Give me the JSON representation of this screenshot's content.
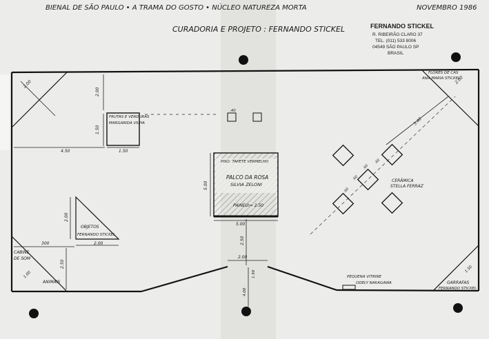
{
  "header": {
    "line1": "BIENAL DE SÃO PAULO  •  A TRAMA DO GOSTO  •  NÚCLEO NATUREZA MORTA",
    "date": "NOVEMBRO 1986",
    "line2": "CURADORIA E PROJETO : FERNANDO STICKEL"
  },
  "stamp": {
    "name": "FERNANDO STICKEL",
    "street": "R. RIBEIRÃO CLARO 37",
    "phone": "TEL. (011) 533 8006",
    "city": "04549 SÃO PAULO SP",
    "country": "BRASIL"
  },
  "labels": {
    "frutas_1": "FRUTAS E VERDURAS",
    "frutas_2": "MARGARIDA VILHA",
    "piso": "PISO: TAPETE VERMELHO",
    "palco_1": "PALCO DA ROSA",
    "palco_2": "SILVIA ZELONI",
    "painel": "PAINEL",
    "painel_h": "h= 2.50",
    "objetos_1": "OBJETOS",
    "objetos_2": "FERNANDO STICKEL",
    "cabine_1": "CABINE",
    "cabine_2": "DE SOM",
    "animais": "ANIMAIS",
    "ceramica_1": "CERÂMICA",
    "ceramica_2": "STELLA FERRAZ",
    "flores_1": "FLORES DE CAS",
    "flores_2": "ANA MARIA STICKEL",
    "vitrine_1": "PEQUENA VITRINE",
    "vitrine_2": "ODELY NAKAGAWA",
    "garrafas_1": "GARRAFAS",
    "garrafas_2": "FERNANDO STICKEL"
  },
  "dimensions": {
    "d_200_tl": "2.00",
    "d_200_v": "2.00",
    "d_150_v": "1.50",
    "d_450": "4.50",
    "d_150_h": "1.50",
    "d_40": ".40",
    "d_500_v": "5.00",
    "d_500_h": "5.00",
    "d_300": "300",
    "d_200_obj_v": "2.00",
    "d_200_obj_h": "2.00",
    "d_250_left": "2.50",
    "d_100": "1.00",
    "d_250_c": "2.50",
    "d_200_c": "2.00",
    "d_150_c": "1.50",
    "d_400": "4.00",
    "d_340": "3.40",
    "d_200_tr": "2.00",
    "d_60a": ".60",
    "d_60b": ".60",
    "d_60c": ".60",
    "d_60d": ".60",
    "d_150_br": "1.50"
  }
}
